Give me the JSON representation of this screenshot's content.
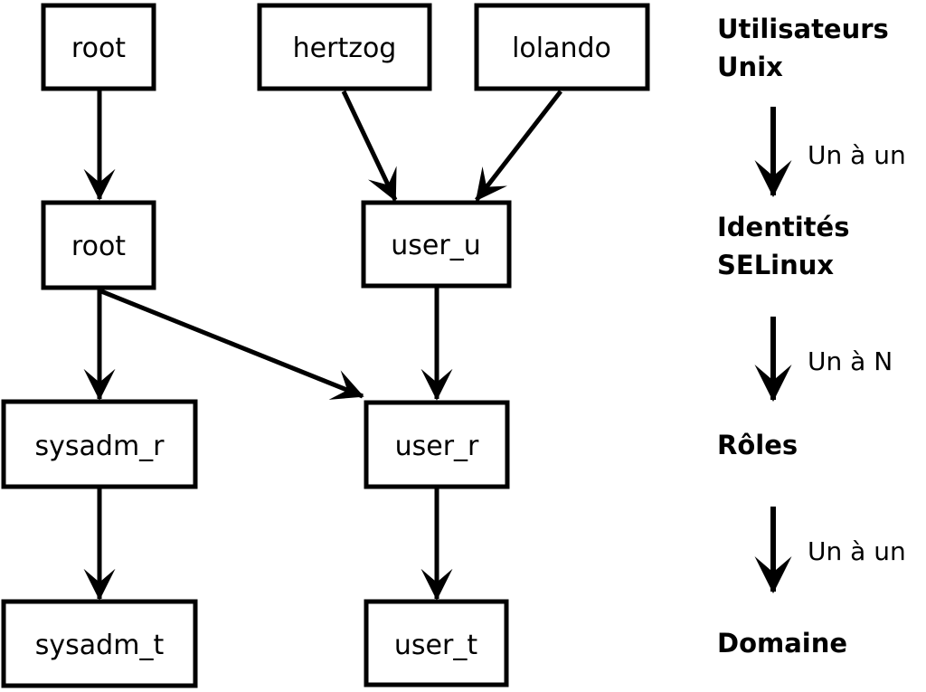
{
  "nodes": {
    "unix_root": "root",
    "hertzog": "hertzog",
    "lolando": "lolando",
    "selinux_root": "root",
    "user_u": "user_u",
    "sysadm_r": "sysadm_r",
    "user_r": "user_r",
    "sysadm_t": "sysadm_t",
    "user_t": "user_t"
  },
  "legend": {
    "stage_users_line1": "Utilisateurs",
    "stage_users_line2": "Unix",
    "rel_users_to_identities": "Un à un",
    "stage_identities_line1": "Identités",
    "stage_identities_line2": "SELinux",
    "rel_identities_to_roles": "Un à N",
    "stage_roles": "Rôles",
    "rel_roles_to_domain": "Un à un",
    "stage_domain": "Domaine"
  },
  "colors": {
    "ink": "#000000",
    "background": "#ffffff"
  }
}
